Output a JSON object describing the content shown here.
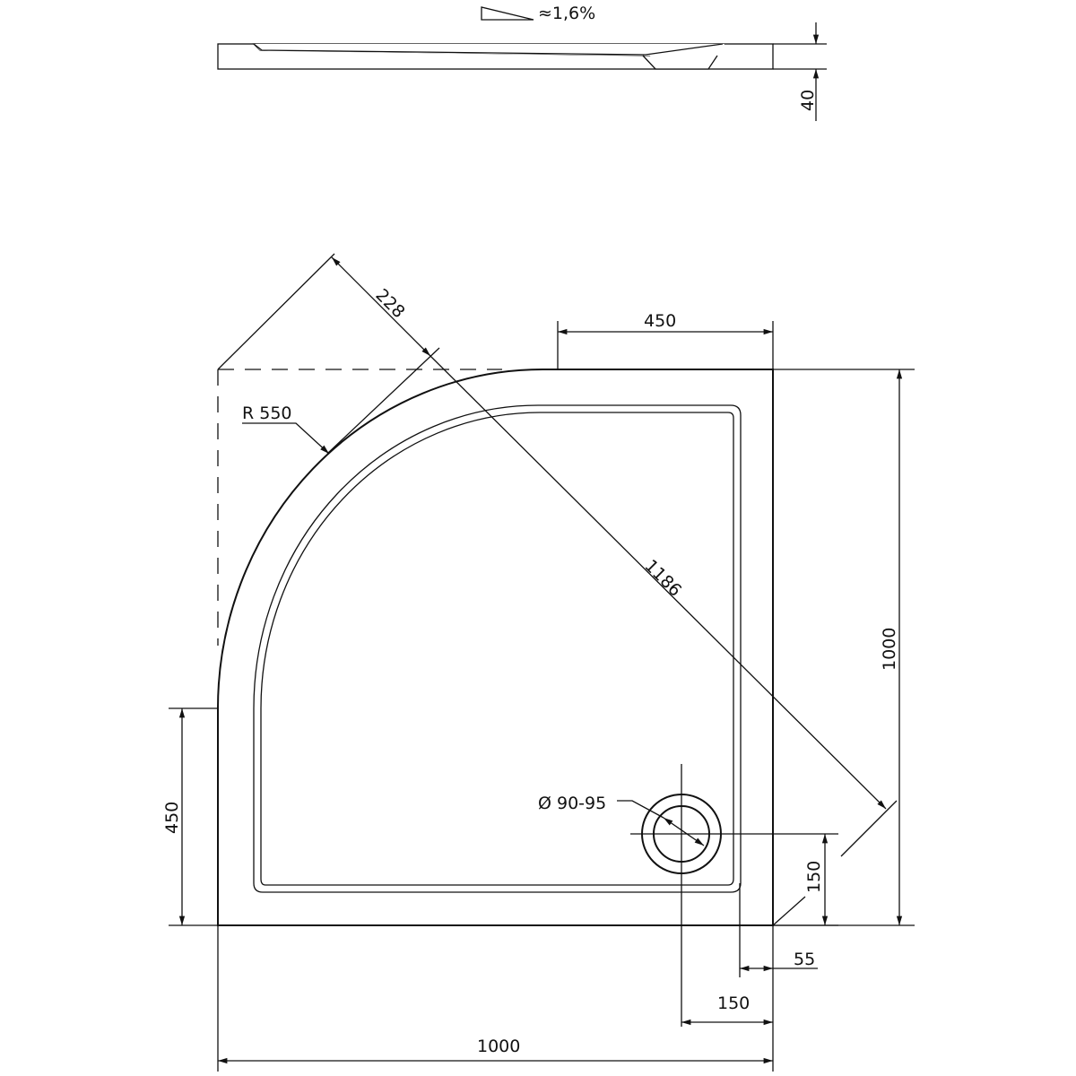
{
  "profile": {
    "slope_label": "≈1,6%",
    "height_label": "40",
    "fill_color": "#bdbdbd"
  },
  "plan": {
    "top_width_label": "450",
    "right_height_label": "1000",
    "left_height_label": "450",
    "diagonal_label": "1186",
    "corner_offset_label": "228",
    "radius_label": "R 550",
    "drain_diameter_label": "Ø 90-95",
    "drain_y_offset_label": "150",
    "drain_x_offset_label": "150",
    "basin_rim_label": "55",
    "bottom_width_label": "1000"
  }
}
